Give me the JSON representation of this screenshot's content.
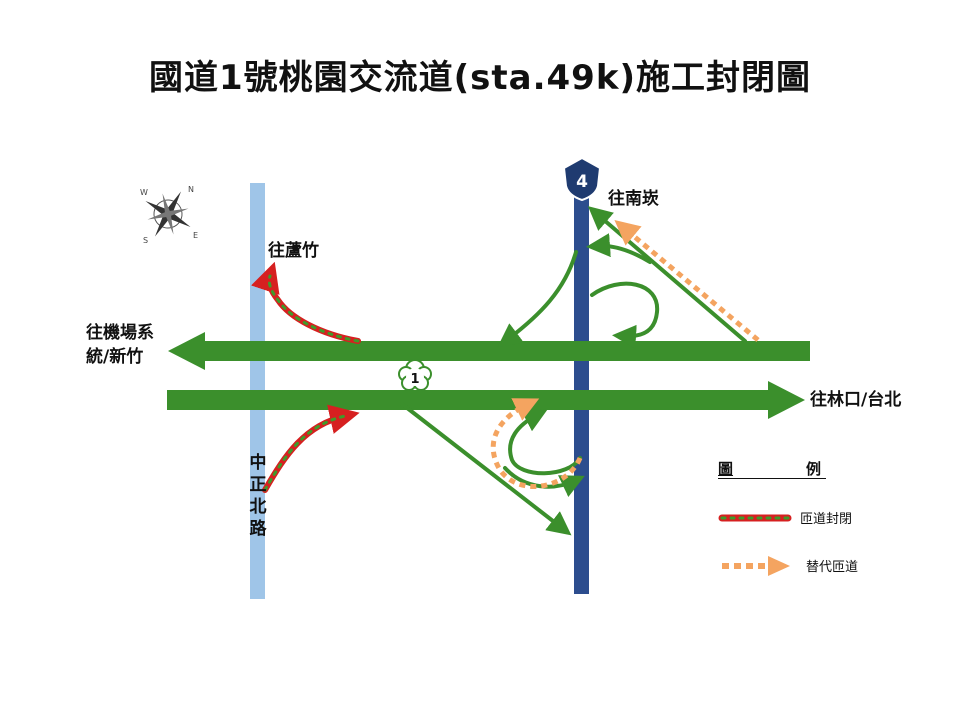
{
  "title": "國道1號桃園交流道(sta.49k)施工封閉圖",
  "shields": {
    "provincial": {
      "number": "4"
    },
    "national": {
      "number": "1"
    }
  },
  "labels": {
    "to_nankan": "往南崁",
    "to_luzhu": "往蘆竹",
    "to_airport_line1": "往機場系",
    "to_airport_line2": "統/新竹",
    "to_linkou_taipei": "往林口/台北",
    "zhongzheng_rd": [
      "中",
      "正",
      "北",
      "路"
    ]
  },
  "legend": {
    "title_left": "圖",
    "title_right": "例",
    "closed": "匝道封閉",
    "alternative": "替代匝道"
  },
  "colors": {
    "green_road": "#3b8f2c",
    "blue_road": "#2c4d8e",
    "light_blue_road": "#9fc5e8",
    "closure_red": "#d62020",
    "closure_green": "#3f9a2a",
    "alt_orange": "#f4a460"
  },
  "compass": {
    "icon": "compass-rose-icon",
    "letters": [
      "N",
      "E",
      "S",
      "W"
    ]
  }
}
